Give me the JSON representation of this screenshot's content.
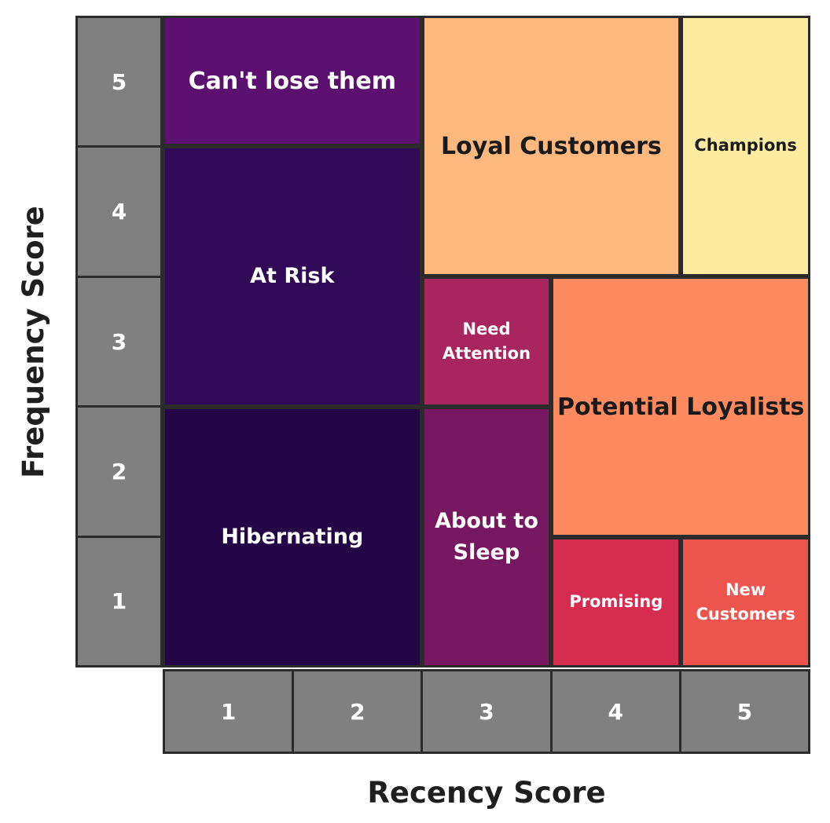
{
  "chart_data": {
    "type": "heatmap",
    "title": "",
    "xlabel": "Recency Score",
    "ylabel": "Frequency Score",
    "x_ticks": [
      "1",
      "2",
      "3",
      "4",
      "5"
    ],
    "y_ticks": [
      "5",
      "4",
      "3",
      "2",
      "1"
    ],
    "x_range": [
      1,
      5
    ],
    "y_range": [
      1,
      5
    ],
    "grid": "off",
    "legend": "none",
    "colors": {
      "tick_box_fill": "#808080",
      "tick_text": "#ffffff",
      "cell_border": "#2b2b2b",
      "axis_title_text": "#1f1f1f",
      "background": "#ffffff"
    },
    "segments": [
      {
        "name": "Can't lose them",
        "label_lines": [
          "Can't lose them"
        ],
        "recency": [
          1,
          2
        ],
        "frequency": [
          5,
          5
        ],
        "bg": "#5B0F6F",
        "text": "#ffffff",
        "size": "lg"
      },
      {
        "name": "At Risk",
        "label_lines": [
          "At Risk"
        ],
        "recency": [
          1,
          2
        ],
        "frequency": [
          3,
          4
        ],
        "bg": "#300A57",
        "text": "#ffffff",
        "size": "md"
      },
      {
        "name": "Hibernating",
        "label_lines": [
          "Hibernating"
        ],
        "recency": [
          1,
          2
        ],
        "frequency": [
          1,
          2
        ],
        "bg": "#240646",
        "text": "#ffffff",
        "size": "md"
      },
      {
        "name": "Loyal Customers",
        "label_lines": [
          "Loyal Customers"
        ],
        "recency": [
          3,
          4
        ],
        "frequency": [
          4,
          5
        ],
        "bg": "#FDB97D",
        "text": "#1a1a1a",
        "size": "lg"
      },
      {
        "name": "Champions",
        "label_lines": [
          "Champions"
        ],
        "recency": [
          5,
          5
        ],
        "frequency": [
          4,
          5
        ],
        "bg": "#FDEBA2",
        "text": "#1a1a1a",
        "size": "sm"
      },
      {
        "name": "Need Attention",
        "label_lines": [
          "Need",
          "Attention"
        ],
        "recency": [
          3,
          3
        ],
        "frequency": [
          3,
          3
        ],
        "bg": "#A92560",
        "text": "#ffffff",
        "size": "sm"
      },
      {
        "name": "Potential Loyalists",
        "label_lines": [
          "Potential Loyalists"
        ],
        "recency": [
          4,
          5
        ],
        "frequency": [
          2,
          3
        ],
        "bg": "#FD8A5E",
        "text": "#1a1a1a",
        "size": "lg"
      },
      {
        "name": "About to Sleep",
        "label_lines": [
          "About to",
          "Sleep"
        ],
        "recency": [
          3,
          3
        ],
        "frequency": [
          1,
          2
        ],
        "bg": "#781761",
        "text": "#ffffff",
        "size": "md"
      },
      {
        "name": "Promising",
        "label_lines": [
          "Promising"
        ],
        "recency": [
          4,
          4
        ],
        "frequency": [
          1,
          1
        ],
        "bg": "#D62C50",
        "text": "#ffffff",
        "size": "sm"
      },
      {
        "name": "New Customers",
        "label_lines": [
          "New",
          "Customers"
        ],
        "recency": [
          5,
          5
        ],
        "frequency": [
          1,
          1
        ],
        "bg": "#EE544E",
        "text": "#ffffff",
        "size": "sm"
      }
    ]
  }
}
